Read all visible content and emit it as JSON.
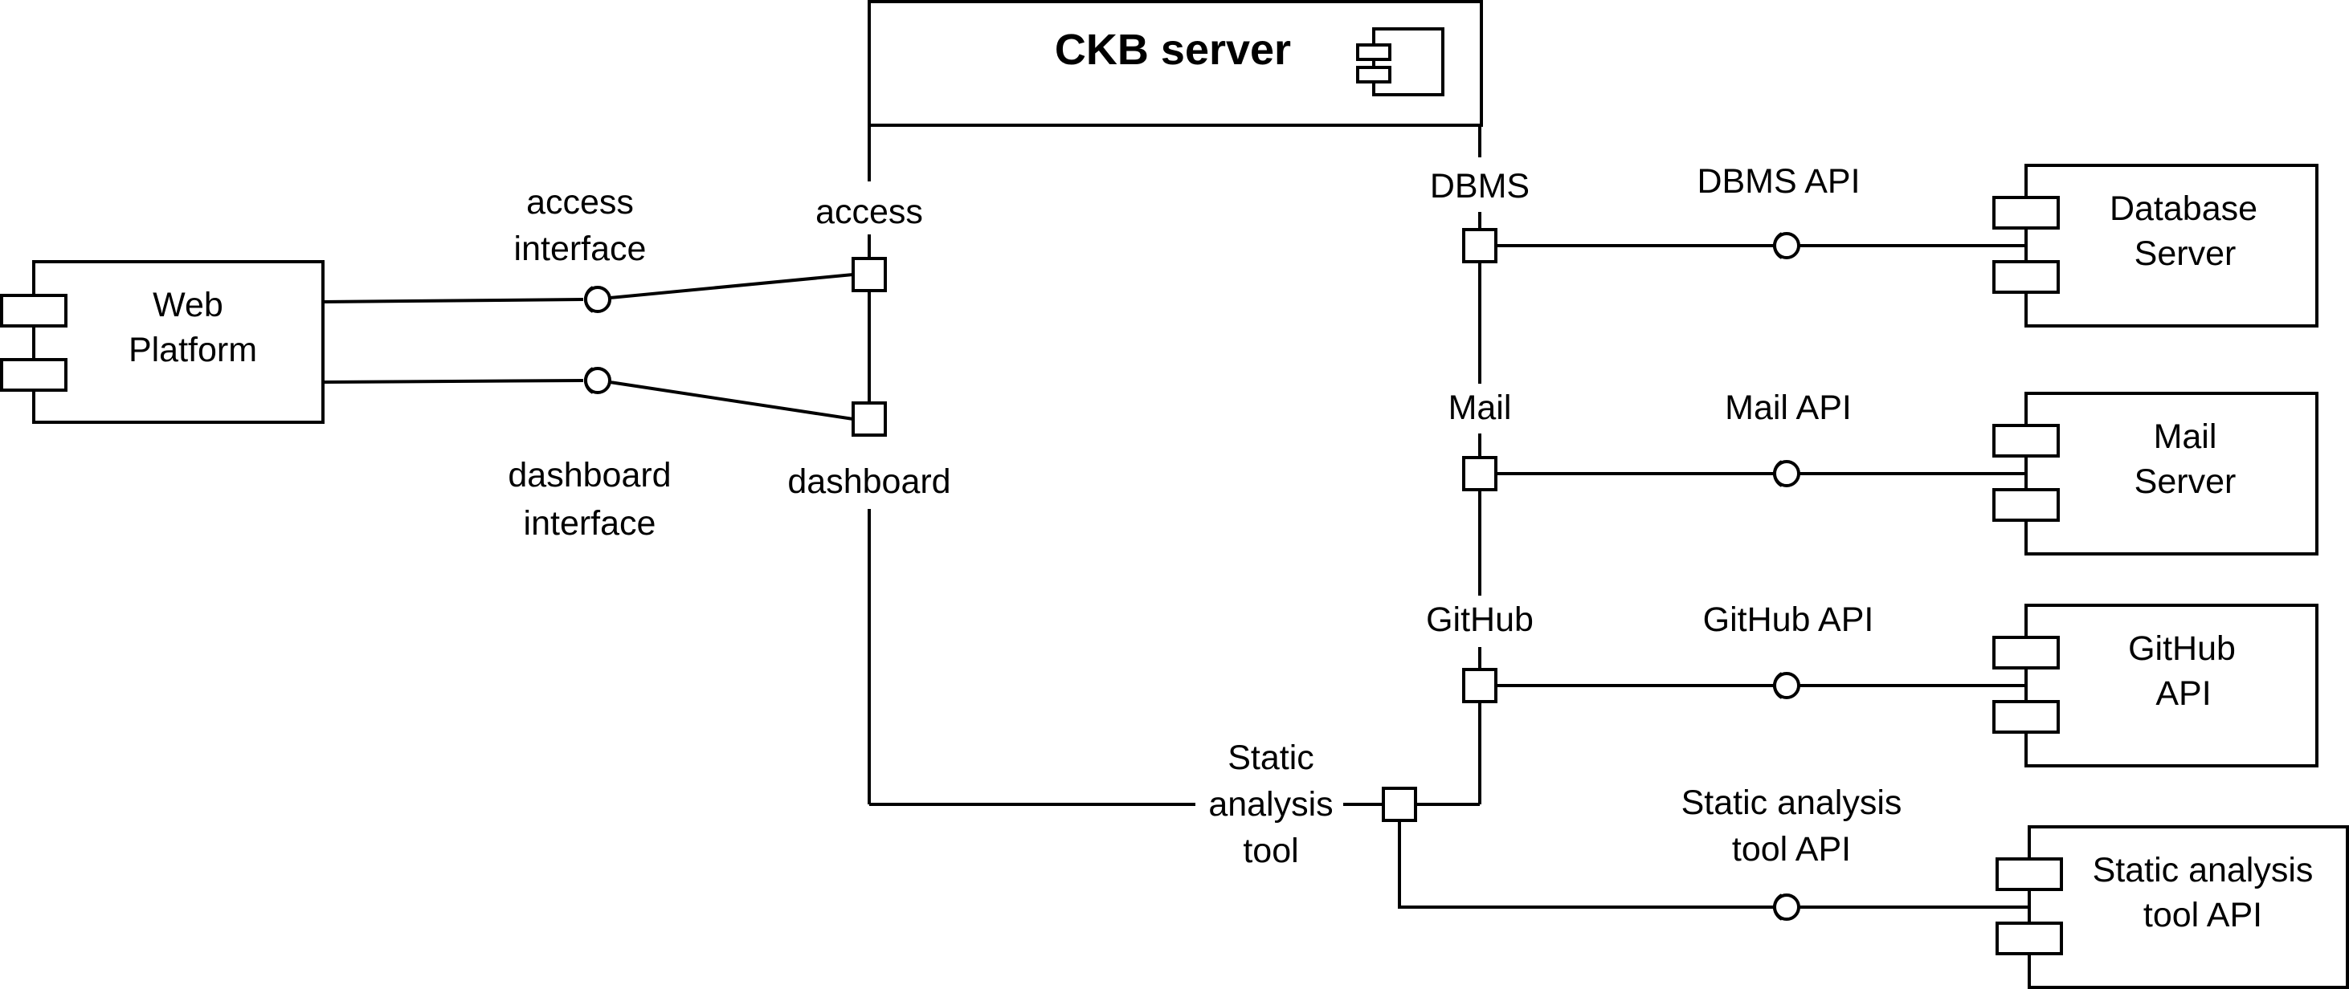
{
  "server": {
    "title": "CKB server"
  },
  "components": {
    "web_platform": [
      "Web",
      "Platform"
    ],
    "database_server": [
      "Database",
      "Server"
    ],
    "mail_server": [
      "Mail",
      "Server"
    ],
    "github_api": [
      "GitHub",
      "API"
    ],
    "static_tool_api": [
      "Static analysis",
      "tool API"
    ]
  },
  "ports": {
    "access": "access",
    "dashboard": "dashboard",
    "dbms": "DBMS",
    "mail": "Mail",
    "github": "GitHub",
    "static": [
      "Static",
      "analysis",
      "tool"
    ]
  },
  "interfaces": {
    "access_interface": [
      "access",
      "interface"
    ],
    "dashboard_interface": [
      "dashboard",
      "interface"
    ],
    "dbms_api": "DBMS API",
    "mail_api": "Mail API",
    "github_api": "GitHub API",
    "static_api": [
      "Static analysis",
      "tool API"
    ]
  }
}
